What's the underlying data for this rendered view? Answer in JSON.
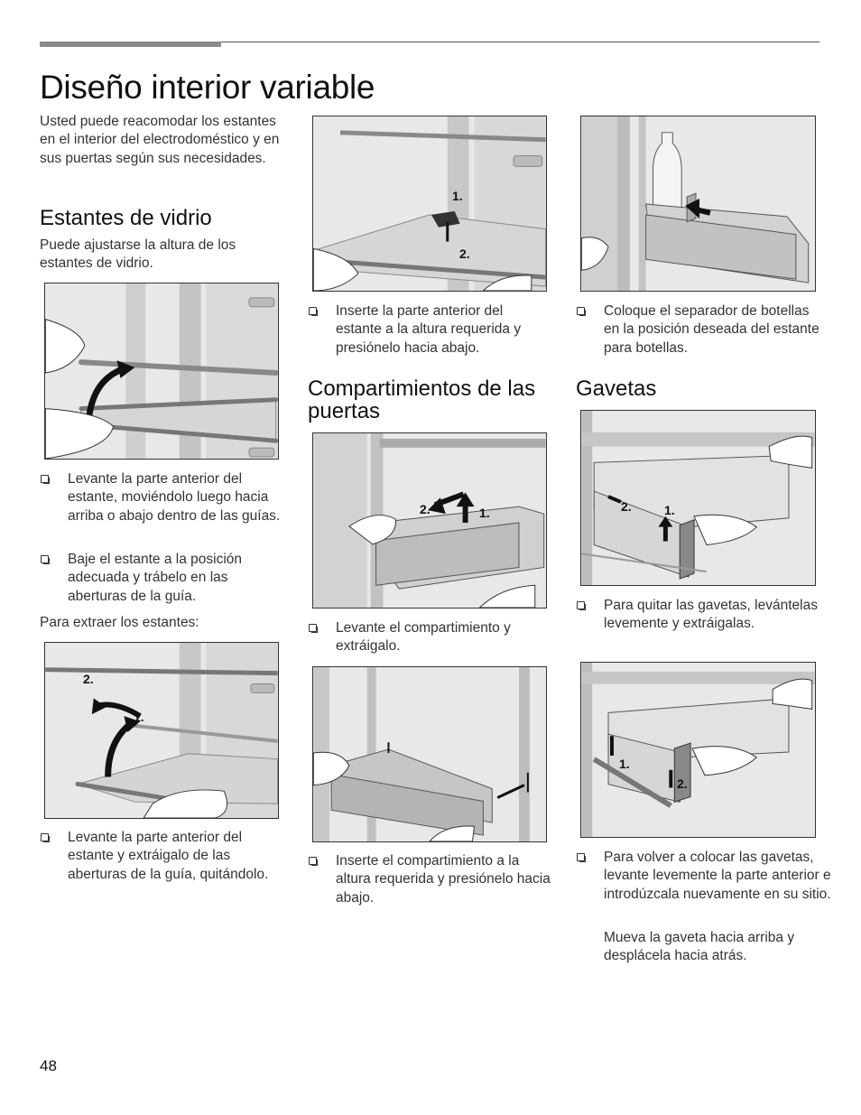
{
  "page": {
    "title": "Diseño interior variable",
    "number": "48"
  },
  "col1": {
    "intro": "Usted puede reacomodar los estantes en el interior del electrodoméstico y en sus puertas según sus necesidades.",
    "heading": "Estantes de vidrio",
    "sub": "Puede ajustarse la altura de los estantes de vidrio.",
    "bullet1": "Levante la parte anterior del estante, moviéndolo luego hacia arriba o abajo dentro de las guías.",
    "bullet2": "Baje el estante a la posición adecuada y trábelo en las aberturas de la guía.",
    "extract": "Para extraer los estantes:",
    "bullet3": "Levante la parte anterior del estante y extráigalo de las aberturas de la guía, quitándolo.",
    "fig2_labels": [
      "2.",
      "1."
    ]
  },
  "col2": {
    "bullet1": "Inserte la parte anterior del estante a la altura requerida y presiónelo hacia abajo.",
    "heading": "Compartimientos de las puertas",
    "bullet2": "Levante el compartimiento y extráigalo.",
    "bullet3": "Inserte el compartimiento a la altura requerida y presiónelo hacia abajo.",
    "fig1_labels": [
      "1.",
      "2."
    ],
    "fig2_labels": [
      "2.",
      "1."
    ]
  },
  "col3": {
    "bullet1": "Coloque el separador de botellas en la posición deseada del estante para botellas.",
    "heading": "Gavetas",
    "bullet2": "Para quitar las gavetas, levántelas levemente y extráigalas.",
    "bullet3": "Para volver a colocar las gavetas, levante levemente la parte anterior e introdúzcala nuevamente en su sitio.",
    "note": "Mueva la gaveta hacia arriba y desplácela hacia atrás.",
    "fig2_labels": [
      "2.",
      "1."
    ],
    "fig3_labels": [
      "1.",
      "2."
    ]
  },
  "icons": [
    "checkbox-bullet-icon",
    "arrow-icon"
  ]
}
